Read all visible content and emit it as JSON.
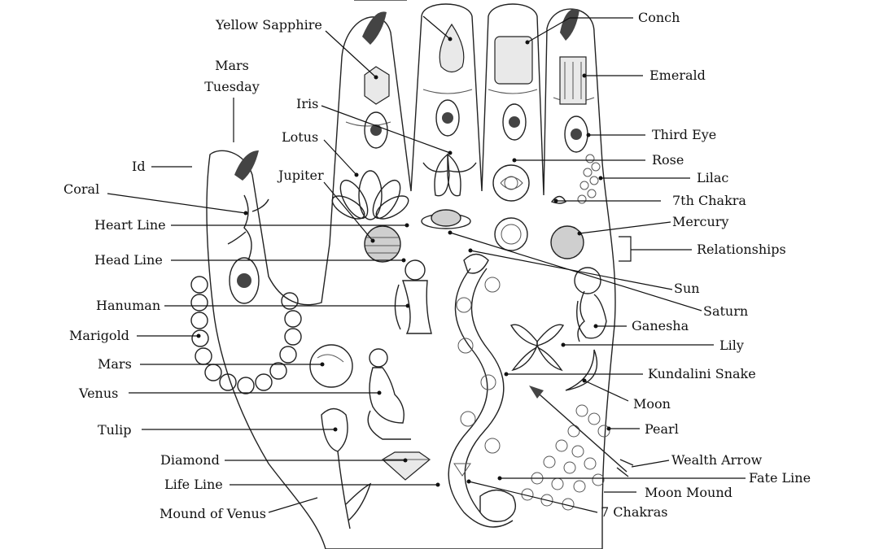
{
  "labels": {
    "yellow_sapphire": "Yellow Sapphire",
    "conch": "Conch",
    "mars_tuesday_1": "Mars",
    "mars_tuesday_2": "Tuesday",
    "emerald": "Emerald",
    "iris": "Iris",
    "third_eye": "Third Eye",
    "lotus": "Lotus",
    "rose": "Rose",
    "id": "Id",
    "lilac": "Lilac",
    "jupiter": "Jupiter",
    "coral": "Coral",
    "seventh_chakra": "7th Chakra",
    "heart_line": "Heart Line",
    "mercury": "Mercury",
    "relationships": "Relationships",
    "head_line": "Head Line",
    "sun": "Sun",
    "hanuman": "Hanuman",
    "saturn": "Saturn",
    "ganesha": "Ganesha",
    "marigold": "Marigold",
    "lily": "Lily",
    "mars": "Mars",
    "kundalini_snake": "Kundalini Snake",
    "venus": "Venus",
    "moon": "Moon",
    "tulip": "Tulip",
    "pearl": "Pearl",
    "diamond": "Diamond",
    "wealth_arrow": "Wealth Arrow",
    "fate_line": "Fate Line",
    "life_line": "Life Line",
    "moon_mound": "Moon Mound",
    "mound_of_venus": "Mound of Venus",
    "seven_chakras": "7 Chakras"
  }
}
